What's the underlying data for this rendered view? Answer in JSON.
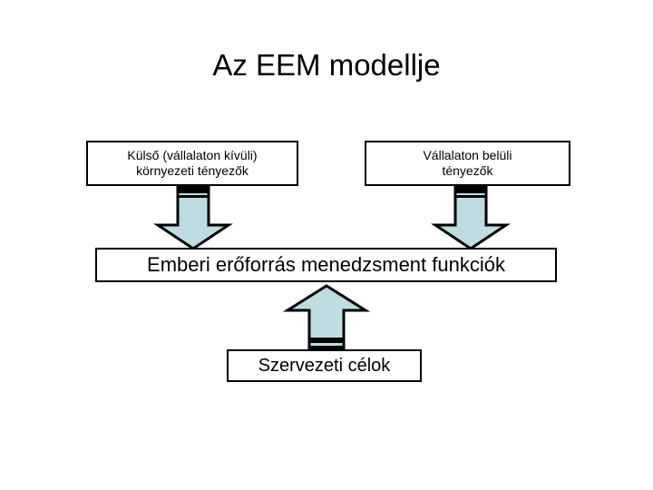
{
  "slide": {
    "title": "Az EEM modellje",
    "background_color": "#ffffff",
    "text_color": "#000000"
  },
  "diagram": {
    "type": "flow-diagram",
    "accent_color": "#bedde3",
    "outline_color": "#000000",
    "nodes": [
      {
        "id": "external",
        "label": "Külső (vállalaton kívüli) környezeti tényezők",
        "line1": "Külső (vállalaton kívüli)",
        "line2": "környezeti tényezők",
        "role": "input-top-left"
      },
      {
        "id": "internal",
        "label": "Vállalaton belüli tényezők",
        "line1": "Vállalaton belüli",
        "line2": "tényezők",
        "role": "input-top-right"
      },
      {
        "id": "hrm",
        "label": "Emberi erőforrás menedzsment funkciók",
        "role": "central-process"
      },
      {
        "id": "goals",
        "label": "Szervezeti célok",
        "role": "bottom-driver"
      }
    ],
    "arrows": [
      {
        "id": "external-to-hrm",
        "direction": "down",
        "from": "external",
        "to": "hrm",
        "fill": "#bedde3"
      },
      {
        "id": "internal-to-hrm",
        "direction": "down",
        "from": "internal",
        "to": "hrm",
        "fill": "#bedde3"
      },
      {
        "id": "goals-to-hrm",
        "direction": "up",
        "from": "goals",
        "to": "hrm",
        "fill": "#bedde3"
      }
    ]
  }
}
